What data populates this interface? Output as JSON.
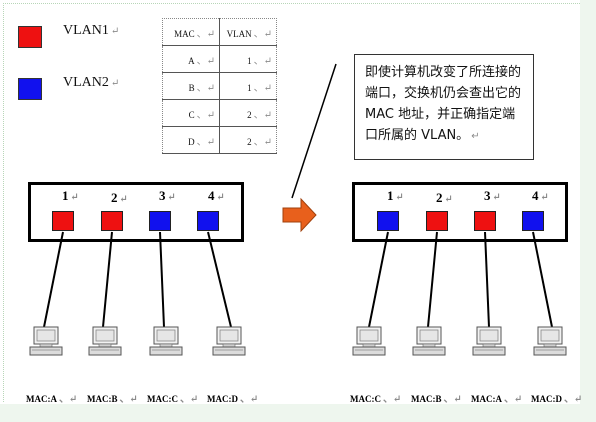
{
  "legend": [
    {
      "label": "VLAN1",
      "color": "#ee1111"
    },
    {
      "label": "VLAN2",
      "color": "#1111ee"
    }
  ],
  "mac_table": {
    "headers": [
      "MAC",
      "VLAN"
    ],
    "rows": [
      [
        "A",
        "1"
      ],
      [
        "B",
        "1"
      ],
      [
        "C",
        "2"
      ],
      [
        "D",
        "2"
      ]
    ]
  },
  "note": "即使计算机改变了所连接的端口，交换机仍会查出它的 MAC 地址，并正确指定端口所属的 VLAN。",
  "colors": {
    "vlan1": "#ee1111",
    "vlan2": "#1111ee",
    "arrow": "#e8601c"
  },
  "arrow_icon": "right-arrow-icon",
  "computer_icon": "computer-icon",
  "left_switch": {
    "ports": [
      {
        "number": "1",
        "vlan": "VLAN1"
      },
      {
        "number": "2",
        "vlan": "VLAN1"
      },
      {
        "number": "3",
        "vlan": "VLAN2"
      },
      {
        "number": "4",
        "vlan": "VLAN2"
      }
    ],
    "hosts": [
      "MAC:A",
      "MAC:B",
      "MAC:C",
      "MAC:D"
    ]
  },
  "right_switch": {
    "ports": [
      {
        "number": "1",
        "vlan": "VLAN2"
      },
      {
        "number": "2",
        "vlan": "VLAN1"
      },
      {
        "number": "3",
        "vlan": "VLAN1"
      },
      {
        "number": "4",
        "vlan": "VLAN2"
      }
    ],
    "hosts": [
      "MAC:C",
      "MAC:B",
      "MAC:A",
      "MAC:D"
    ]
  }
}
